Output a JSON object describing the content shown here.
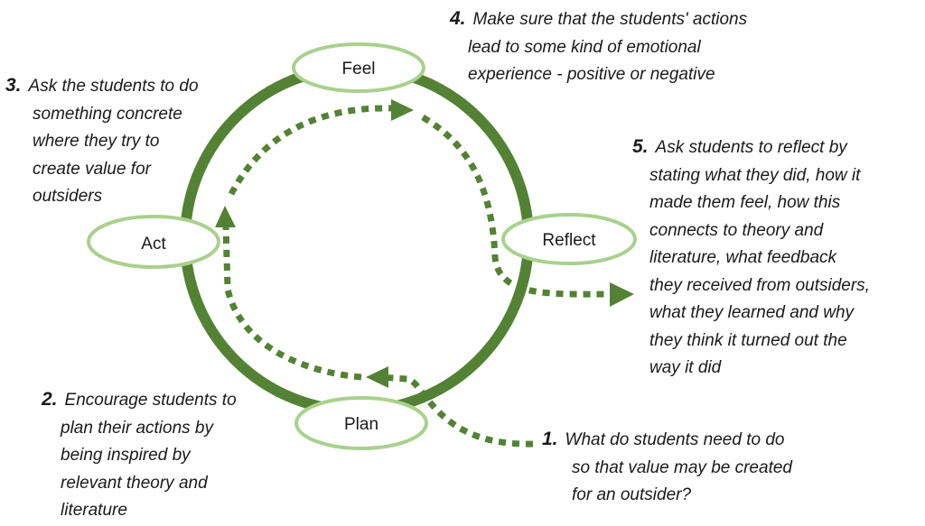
{
  "nodes": {
    "feel": "Feel",
    "act": "Act",
    "reflect": "Reflect",
    "plan": "Plan"
  },
  "steps": {
    "s1": {
      "num": "1.",
      "lines": [
        "What do students need to do",
        "so that value may be created",
        "for an outsider?"
      ]
    },
    "s2": {
      "num": "2.",
      "lines": [
        "Encourage students to",
        "plan their actions by",
        "being inspired by",
        "relevant theory and",
        "literature"
      ]
    },
    "s3": {
      "num": "3.",
      "lines": [
        "Ask the students to do",
        "something concrete",
        "where they try to",
        "create value for",
        "outsiders"
      ]
    },
    "s4": {
      "num": "4.",
      "lines": [
        "Make sure that the students' actions",
        "lead to some kind of emotional",
        "experience - positive or negative"
      ]
    },
    "s5": {
      "num": "5.",
      "lines": [
        "Ask students to reflect by",
        "stating what they did, how it",
        "made them feel, how this",
        "connects to theory and",
        "literature, what feedback",
        "they received from outsiders,",
        "what they learned and why",
        "they think it turned out the",
        "way it did"
      ]
    }
  },
  "colors": {
    "ring": "#548235",
    "node_border": "#a9d18e",
    "dotted_path": "#548235"
  }
}
